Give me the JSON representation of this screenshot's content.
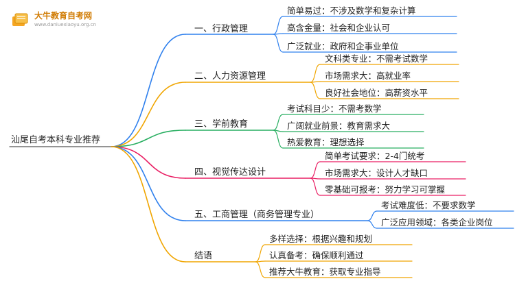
{
  "brand": {
    "name": "大牛教育自考网",
    "url": "www.daniuexiaoyu.org.cn",
    "logo_icon": "book-logo-icon"
  },
  "root": {
    "label": "汕尾自考本科专业推荐"
  },
  "colors": {
    "b0": "#2f80ed",
    "b1": "#f0a500",
    "b2": "#27ae60",
    "b3": "#e91e63",
    "b4": "#2f80ed",
    "b5": "#f0a500"
  },
  "branches": [
    {
      "label": "一、行政管理",
      "children": [
        "简单易过：不涉及数学和复杂计算",
        "高含金量：社会和企业认可",
        "广泛就业：政府和企事业单位"
      ]
    },
    {
      "label": "二、人力资源管理",
      "children": [
        "文科类专业：不需考试数学",
        "市场需求大：高就业率",
        "良好社会地位：高薪资水平"
      ]
    },
    {
      "label": "三、学前教育",
      "children": [
        "考试科目少：不需考数学",
        "广阔就业前景：教育需求大",
        "热爱教育：理想选择"
      ]
    },
    {
      "label": "四、视觉传达设计",
      "children": [
        "简单考试要求：2-4门统考",
        "市场需求大：设计人才缺口",
        "零基础可报考：努力学习可掌握"
      ]
    },
    {
      "label": "五、工商管理（商务管理专业）",
      "children": [
        "考试难度低：不要求数学",
        "广泛应用领域：各类企业岗位"
      ]
    },
    {
      "label": "结语",
      "children": [
        "多样选择：根据兴趣和规划",
        "认真备考：确保顺利通过",
        "推荐大牛教育：获取专业指导"
      ]
    }
  ]
}
